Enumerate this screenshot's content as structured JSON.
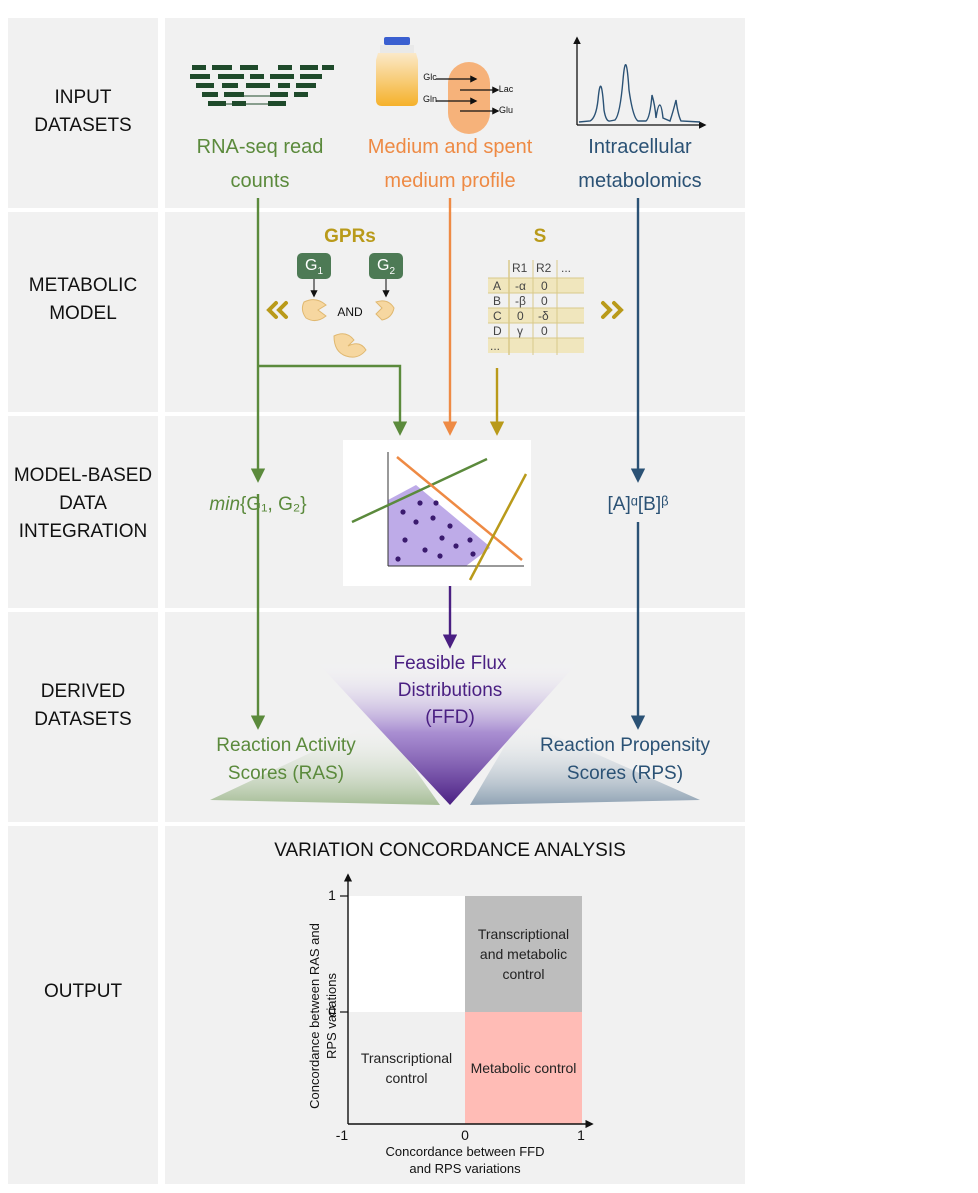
{
  "rows": {
    "input": "INPUT DATASETS",
    "model": "METABOLIC MODEL",
    "integration": "MODEL-BASED DATA INTEGRATION",
    "derived": "DERIVED DATASETS",
    "output": "OUTPUT"
  },
  "inputs": {
    "rnaseq": "RNA-seq read counts",
    "medium": "Medium and spent medium profile",
    "metabolomics": "Intracellular metabolomics",
    "medium_labels": {
      "glc": "Glc",
      "gln": "Gln",
      "lac": "Lac",
      "glu": "Glu"
    }
  },
  "model": {
    "gprs_title": "GPRs",
    "g1": "G",
    "g1_sub": "1",
    "g2": "G",
    "g2_sub": "2",
    "and": "AND",
    "s_title": "S",
    "matrix": {
      "cols": [
        "R1",
        "R2",
        "..."
      ],
      "rows": [
        {
          "name": "A",
          "v": [
            "-α",
            "0"
          ]
        },
        {
          "name": "B",
          "v": [
            "-β",
            "0"
          ]
        },
        {
          "name": "C",
          "v": [
            "0",
            "-δ"
          ]
        },
        {
          "name": "D",
          "v": [
            "γ",
            "0"
          ]
        },
        {
          "name": "...",
          "v": [
            "",
            ""
          ]
        }
      ]
    }
  },
  "integration": {
    "min_prefix": "min",
    "min_body": "{G₁, G₂}",
    "mass_action": "[A]ᵅ[B]ᵝ"
  },
  "derived": {
    "ffd": "Feasible Flux Distributions (FFD)",
    "ras": "Reaction Activity Scores (RAS)",
    "rps": "Reaction Propensity Scores (RPS)"
  },
  "output": {
    "title": "VARIATION CONCORDANCE ANALYSIS",
    "ylabel": "Concordance between RAS and RPS variations",
    "xlabel": "Concordance between FFD and RPS variations",
    "ticks": {
      "y_top": "1",
      "y_mid": "0",
      "x_left": "-1",
      "x_mid": "0",
      "x_right": "1"
    },
    "quadrants": {
      "top_right": "Transcriptional and metabolic control",
      "bottom_left": "Transcriptional control",
      "bottom_right": "Metabolic control"
    }
  },
  "colors": {
    "green": "#5b8a3c",
    "orange": "#ee8a44",
    "blue": "#2b5275",
    "gold": "#b99a1a",
    "purple": "#4a1f82",
    "band": "#f1f1f1",
    "gray_quadrant": "#bdbdbd",
    "pink_quadrant": "#ffbcb6"
  }
}
